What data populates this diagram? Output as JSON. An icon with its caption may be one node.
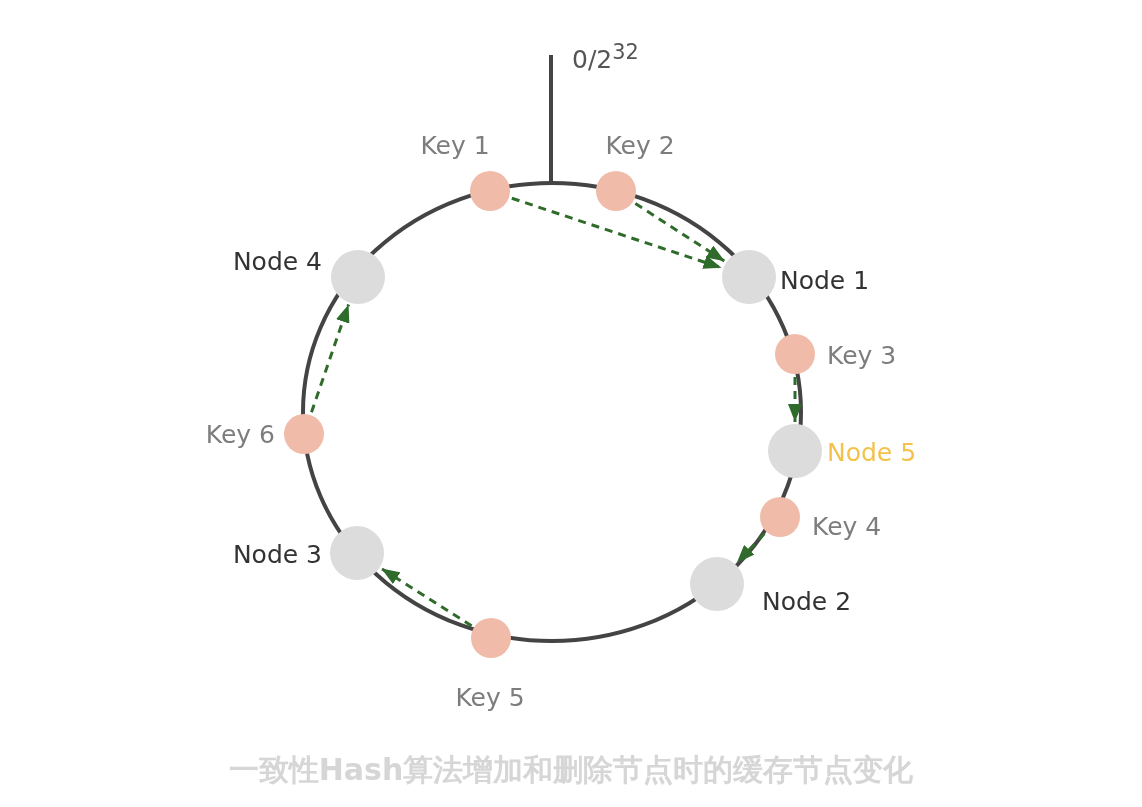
{
  "diagram": {
    "caption": "一致性Hash算法增加和删除节点时的缓存节点变化",
    "nodes": [
      {
        "text": [
          "Key 1"
        ]
      },
      {
        "text": [
          "Key 2"
        ]
      },
      {
        "text": [
          "Node 4"
        ]
      },
      {
        "text": [
          "Node 1"
        ]
      },
      {
        "text": [
          "Key 3"
        ]
      },
      {
        "text": [
          "Key 6"
        ]
      },
      {
        "text": [
          "Node 5"
        ]
      },
      {
        "text": [
          "Key 4"
        ]
      },
      {
        "text": [
          "Node 3"
        ]
      },
      {
        "text": [
          "Node 2"
        ]
      },
      {
        "text": [
          "Key 5"
        ]
      }
    ],
    "edges": [
      {
        "from": 0,
        "to": 3,
        "arrow": "to",
        "style": "dashed"
      },
      {
        "from": 1,
        "to": 3,
        "arrow": "to",
        "style": "dashed"
      },
      {
        "from": 4,
        "to": 6,
        "arrow": "to",
        "style": "dashed"
      },
      {
        "from": 7,
        "to": 9,
        "arrow": "to",
        "style": "dashed"
      },
      {
        "from": 10,
        "to": 8,
        "arrow": "to",
        "style": "dashed"
      },
      {
        "from": 5,
        "to": 2,
        "arrow": "to",
        "style": "dashed"
      }
    ],
    "labels": [
      "0/2$^{32}$"
    ]
  }
}
